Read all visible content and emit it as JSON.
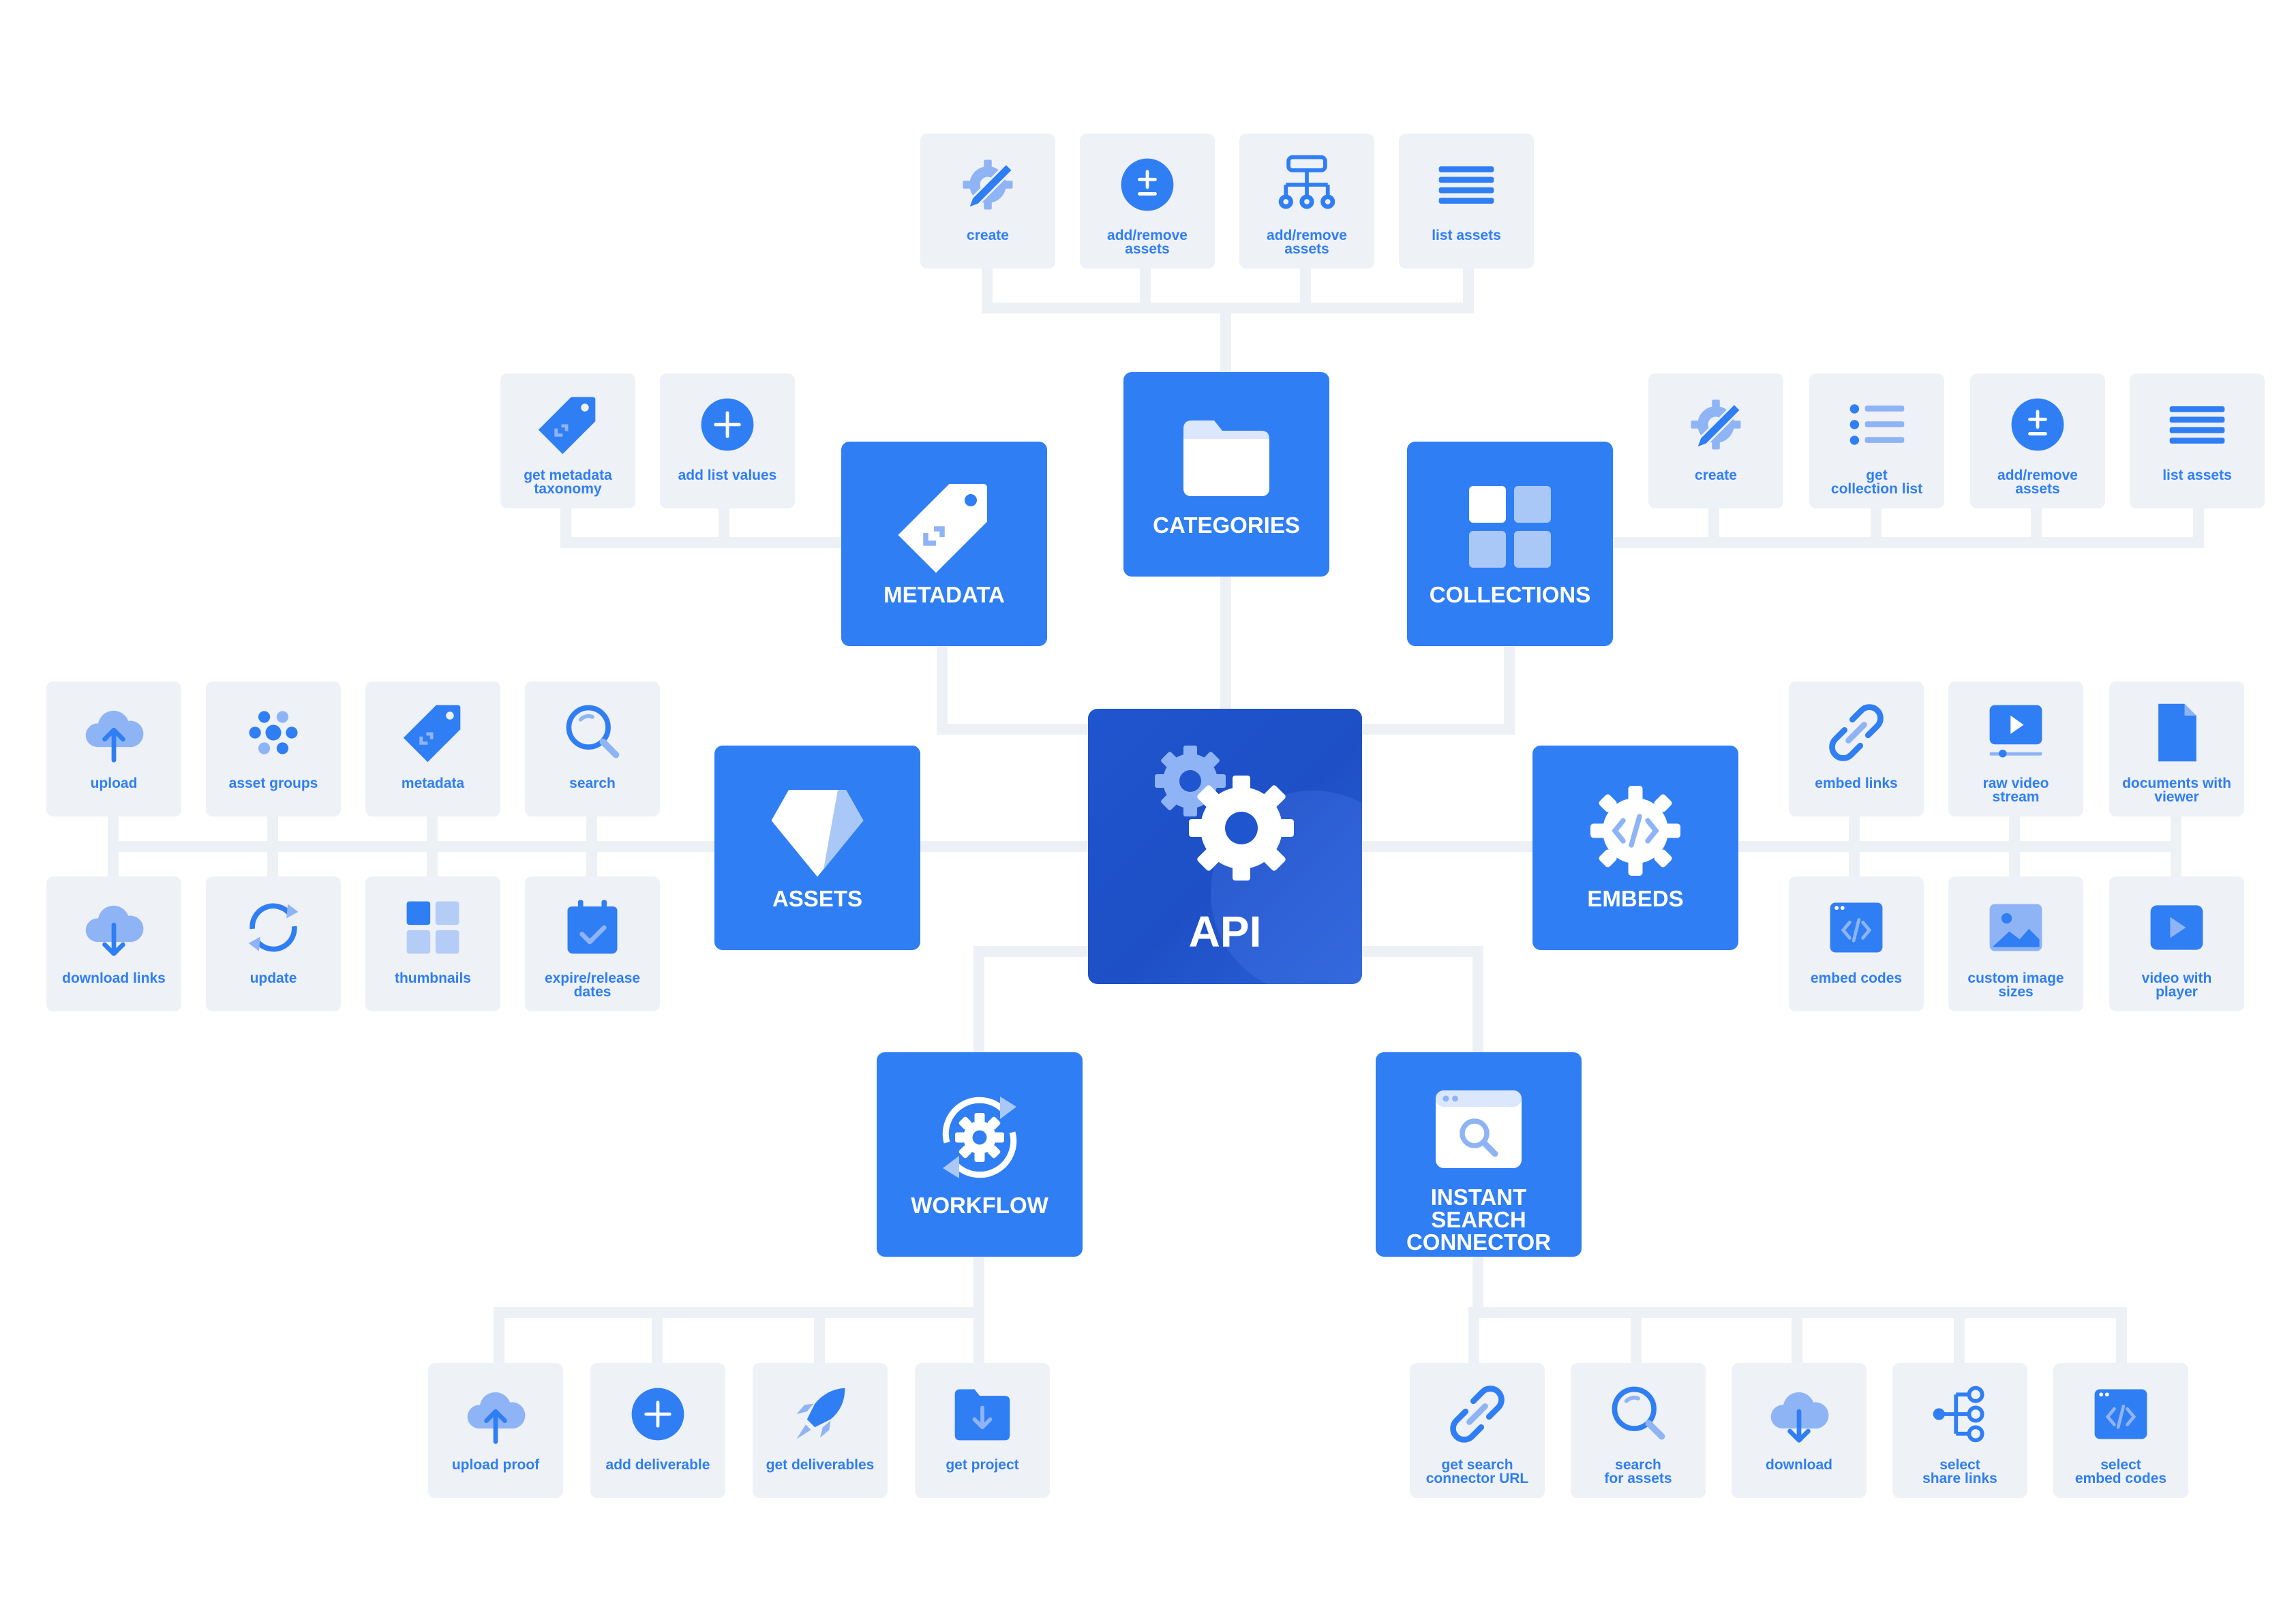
{
  "colors": {
    "accent": "#2f7ef4",
    "accent_light": "#8fb4f5",
    "card_bg": "#eef1f6",
    "line": "#edf1f6",
    "center": "#1e4fc6"
  },
  "center": {
    "label": "API",
    "icon": "gears-icon"
  },
  "hubs": {
    "categories": {
      "label": "CATEGORIES",
      "icon": "folder-icon"
    },
    "metadata": {
      "label": "METADATA",
      "icon": "tag-icon"
    },
    "collections": {
      "label": "COLLECTIONS",
      "icon": "grid-icon"
    },
    "assets": {
      "label": "ASSETS",
      "icon": "diamond-icon"
    },
    "embeds": {
      "label": "EMBEDS",
      "icon": "code-gear-icon"
    },
    "workflow": {
      "label": "WORKFLOW",
      "icon": "sync-gear-icon"
    },
    "instant_search": {
      "label": "INSTANT SEARCH\nCONNECTOR",
      "icon": "browser-search-icon"
    }
  },
  "categories_items": [
    {
      "label": "create",
      "icon": "edit-gear-icon"
    },
    {
      "label": "add/remove\nassets",
      "icon": "plus-minus-icon"
    },
    {
      "label": "add/remove\nassets",
      "icon": "hierarchy-icon"
    },
    {
      "label": "list assets",
      "icon": "list-icon"
    }
  ],
  "metadata_items": [
    {
      "label": "get metadata\ntaxonomy",
      "icon": "tag-icon"
    },
    {
      "label": "add list values",
      "icon": "plus-circle-icon"
    }
  ],
  "collections_items": [
    {
      "label": "create",
      "icon": "edit-gear-icon"
    },
    {
      "label": "get\ncollection list",
      "icon": "bullet-list-icon"
    },
    {
      "label": "add/remove\nassets",
      "icon": "plus-minus-icon"
    },
    {
      "label": "list assets",
      "icon": "list-icon"
    }
  ],
  "assets_items": [
    {
      "label": "upload",
      "icon": "cloud-upload-icon"
    },
    {
      "label": "asset groups",
      "icon": "dots-cluster-icon"
    },
    {
      "label": "metadata",
      "icon": "tag-icon"
    },
    {
      "label": "search",
      "icon": "search-icon"
    },
    {
      "label": "download links",
      "icon": "cloud-download-icon"
    },
    {
      "label": "update",
      "icon": "refresh-icon"
    },
    {
      "label": "thumbnails",
      "icon": "grid-icon"
    },
    {
      "label": "expire/release\ndates",
      "icon": "calendar-check-icon"
    }
  ],
  "embeds_items": [
    {
      "label": "embed links",
      "icon": "link-icon"
    },
    {
      "label": "raw video\nstream",
      "icon": "video-stream-icon"
    },
    {
      "label": "documents with\nviewer",
      "icon": "document-icon"
    },
    {
      "label": "embed codes",
      "icon": "browser-code-icon"
    },
    {
      "label": "custom image\nsizes",
      "icon": "image-icon"
    },
    {
      "label": "video with\nplayer",
      "icon": "play-icon"
    }
  ],
  "workflow_items": [
    {
      "label": "upload proof",
      "icon": "cloud-upload-icon"
    },
    {
      "label": "add deliverable",
      "icon": "plus-circle-icon"
    },
    {
      "label": "get deliverables",
      "icon": "rocket-icon"
    },
    {
      "label": "get project",
      "icon": "folder-download-icon"
    }
  ],
  "instant_search_items": [
    {
      "label": "get search\nconnector URL",
      "icon": "link-icon"
    },
    {
      "label": "search\nfor assets",
      "icon": "search-icon"
    },
    {
      "label": "download",
      "icon": "cloud-download-icon"
    },
    {
      "label": "select\nshare links",
      "icon": "share-nodes-icon"
    },
    {
      "label": "select\nembed codes",
      "icon": "browser-code-icon"
    }
  ]
}
